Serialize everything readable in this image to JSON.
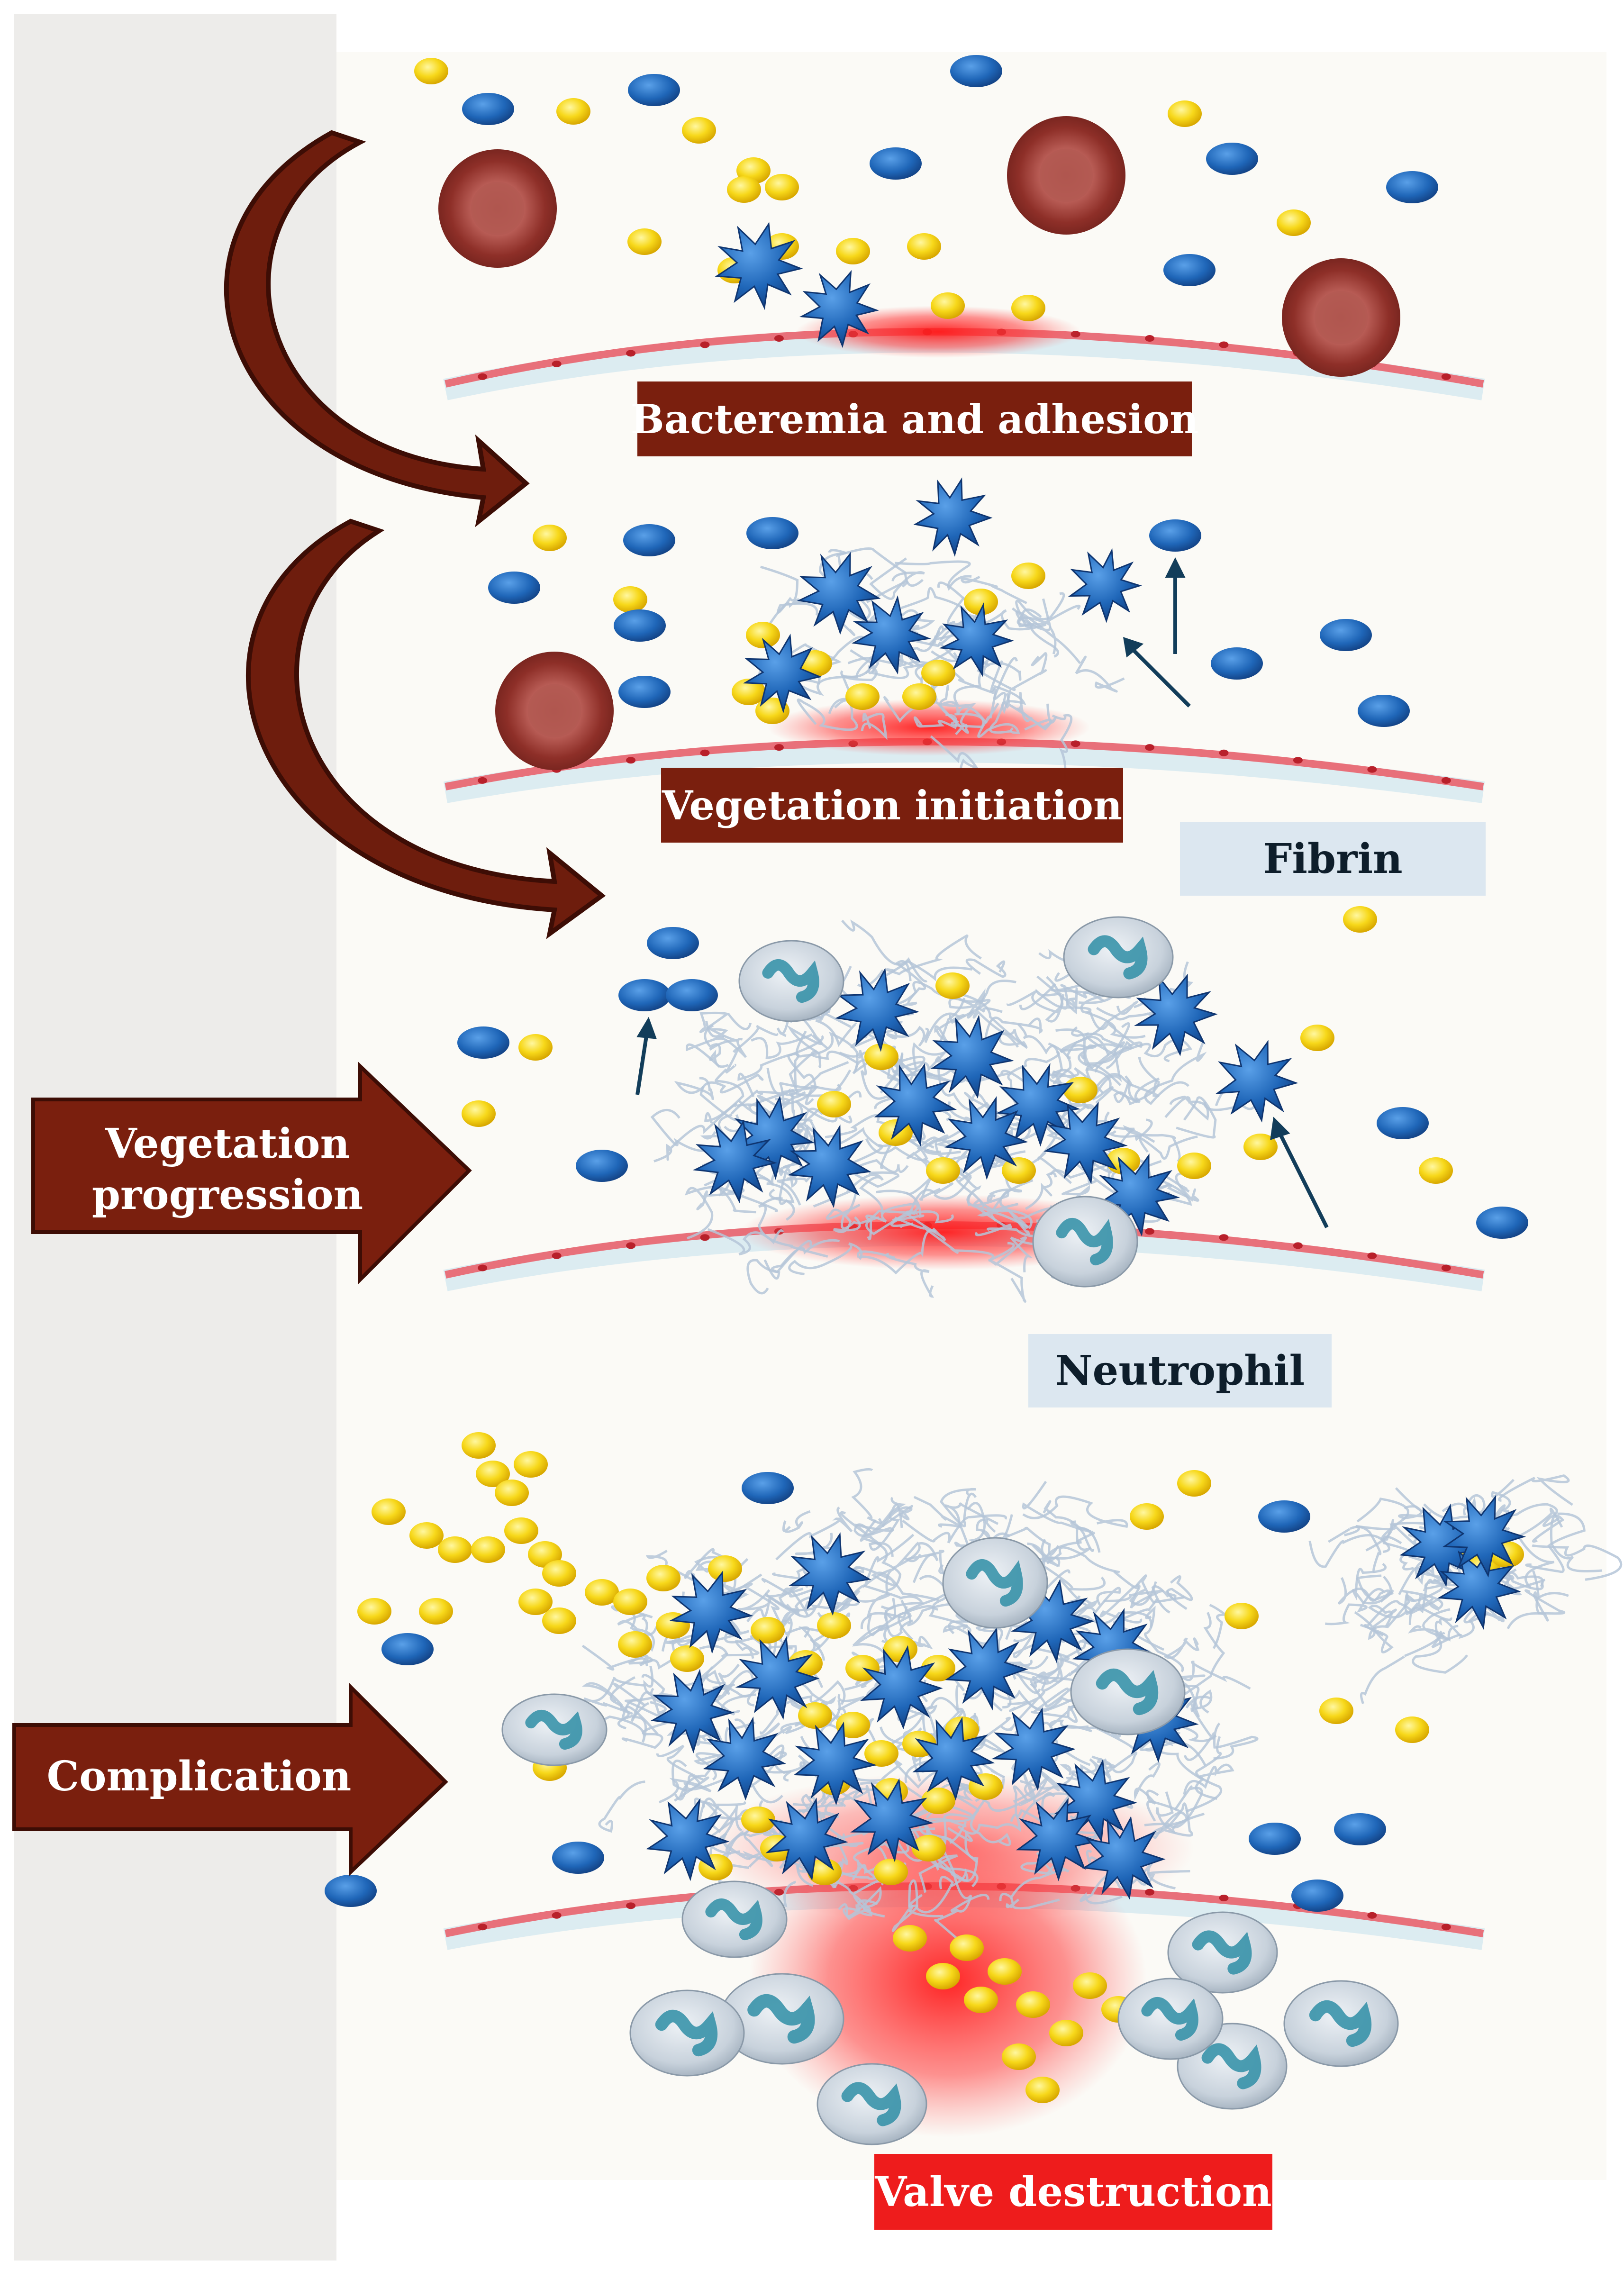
{
  "stages": {
    "adhesion": "Bacteremia and adhesion",
    "initiation": "Vegetation initiation",
    "progression": "Vegetation progression",
    "complication": "Complication"
  },
  "callouts": {
    "fibrin": "Fibrin",
    "neutrophil": "Neutrophil",
    "valve_destruction": "Valve destruction"
  },
  "colors": {
    "stage_label_bg": "#7a1f0e",
    "callout_bg": "#dce7f0",
    "danger_bg": "#ee1c1c",
    "bacteria_blue": "#1f5fae",
    "platelet_yellow": "#f5d51a",
    "red_blood_cell": "#9e3a33",
    "endothelium": "#e8707a",
    "inflammation": "#ff2a2a",
    "fibrin": "#b5c6d8",
    "neutrophil": "#cdd6df"
  }
}
